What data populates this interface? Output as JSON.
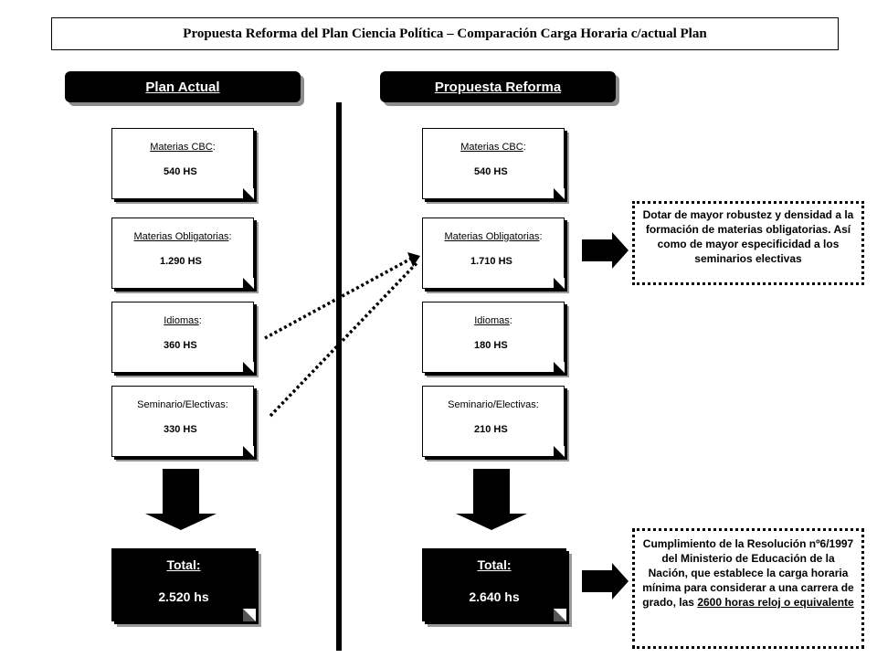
{
  "title": "Propuesta Reforma del Plan Ciencia Política – Comparación Carga Horaria c/actual Plan",
  "columns": {
    "left": {
      "header": "Plan Actual",
      "cards": [
        {
          "label": "Materias CBC",
          "suffix": ":",
          "value": "540 HS"
        },
        {
          "label": "Materias Obligatorias",
          "suffix": ":",
          "value": "1.290 HS"
        },
        {
          "label": "Idiomas",
          "suffix": ":",
          "value": "360 HS"
        },
        {
          "label": "Seminario/Electivas:",
          "suffix": "",
          "value": "330 HS"
        }
      ],
      "total_label": "Total:",
      "total_value": "2.520 hs"
    },
    "right": {
      "header": "Propuesta Reforma",
      "cards": [
        {
          "label": "Materias CBC",
          "suffix": ":",
          "value": "540 HS"
        },
        {
          "label": "Materias Obligatorias",
          "suffix": ":",
          "value": "1.710 HS"
        },
        {
          "label": "Idiomas",
          "suffix": ":",
          "value": "180 HS"
        },
        {
          "label": "Seminario/Electivas:",
          "suffix": "",
          "value": "210 HS"
        }
      ],
      "total_label": "Total:",
      "total_value": "2.640 hs"
    }
  },
  "notes": {
    "obligatorias": "Dotar de mayor robustez y densidad a la formación de materias obligatorias. Así como de mayor especificidad a los seminarios electivas",
    "resolucion_text": "Cumplimiento de la Resolución nº6/1997 del Ministerio de Educación de la Nación, que establece la carga horaria mínima para considerar a una carrera de grado, las ",
    "resolucion_underlined": "2600 horas reloj o equivalente"
  }
}
